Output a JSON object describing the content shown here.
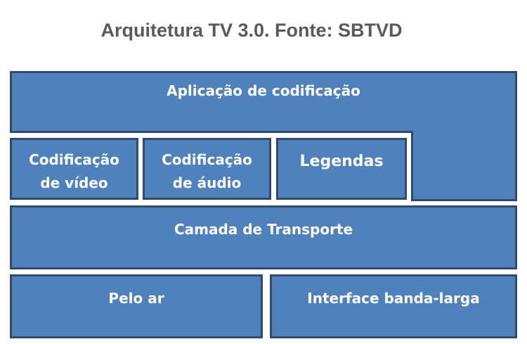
{
  "title": "Arquitetura TV 3.0. Fonte: SBTVD",
  "layers": {
    "application": "Aplicação de codificação",
    "video_coding": [
      "Codificação",
      "de vídeo"
    ],
    "audio_coding": [
      "Codificação",
      "de áudio"
    ],
    "subtitles": "Legendas",
    "transport": "Camada de Transporte",
    "over_the_air": "Pelo ar",
    "broadband": "Interface banda-larga"
  },
  "colors": {
    "block_fill": "#4f81bd",
    "block_border": "#2e4a6e",
    "title": "#5a5a5a",
    "text": "#ffffff"
  }
}
